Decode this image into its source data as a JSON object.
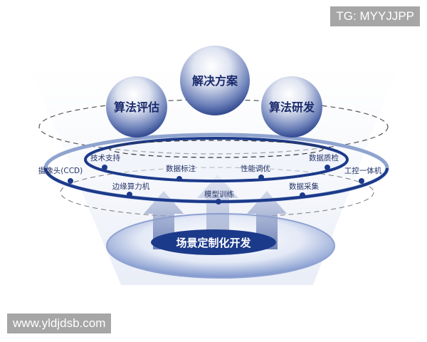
{
  "watermarks": {
    "top_right": "TG: MYYJJPP",
    "bottom_left": "www.yldjdsb.com"
  },
  "spheres": [
    "算法评估",
    "解决方案",
    "算法研发"
  ],
  "inner_ring_labels": [
    "技术支持",
    "数据标注",
    "性能调优",
    "数据质检"
  ],
  "outer_ring_labels": [
    "摄像头(CCD)",
    "边缘算力机",
    "模型训练",
    "数据采集",
    "工控一体机"
  ],
  "base_label": "场景定制化开发",
  "colors": {
    "navy": "#1c3a8a",
    "text": "#223266",
    "ring_light": "#8fa3cf"
  }
}
